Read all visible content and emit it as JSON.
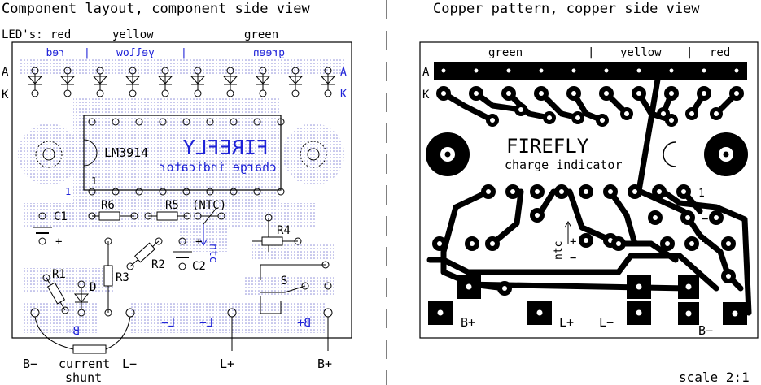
{
  "left": {
    "title": "Component layout, component side view",
    "leds_label": "LED's:",
    "led_groups_top": [
      "red",
      "yellow",
      "green"
    ],
    "led_groups_mirror": [
      "red",
      "yellow",
      "green"
    ],
    "row_a": "A",
    "row_k": "K",
    "ic_name": "LM3914",
    "pin1": "1",
    "firefly": "FIREFLY",
    "charge": "charge indicator",
    "resistors": [
      "R6",
      "R5",
      "R4",
      "R3",
      "R2",
      "R1"
    ],
    "ntc_label": "(NTC)",
    "ntc_mirror": "ntc",
    "capacitors": [
      "C1",
      "C2"
    ],
    "plus": "+",
    "diode": "D",
    "switch": "S",
    "terminals_mirror": [
      "B−",
      "L−",
      "L+",
      "B+"
    ],
    "bottom_labels": [
      "B−",
      "current",
      "shunt",
      "L−",
      "L+",
      "B+"
    ]
  },
  "right": {
    "title": "Copper pattern, copper side view",
    "led_groups": [
      "green",
      "yellow",
      "red"
    ],
    "row_a": "A",
    "row_k": "K",
    "firefly": "FIREFLY",
    "charge": "charge indicator",
    "pin1": "1",
    "ntc": "ntc",
    "plus": "+",
    "minus": "−",
    "terminals": [
      "B+",
      "L+",
      "L−",
      "B−"
    ]
  },
  "scale": "scale 2:1",
  "colors": {
    "ink": "#000000",
    "blue": "#1e22d8",
    "dots": "#8a8ad8"
  }
}
